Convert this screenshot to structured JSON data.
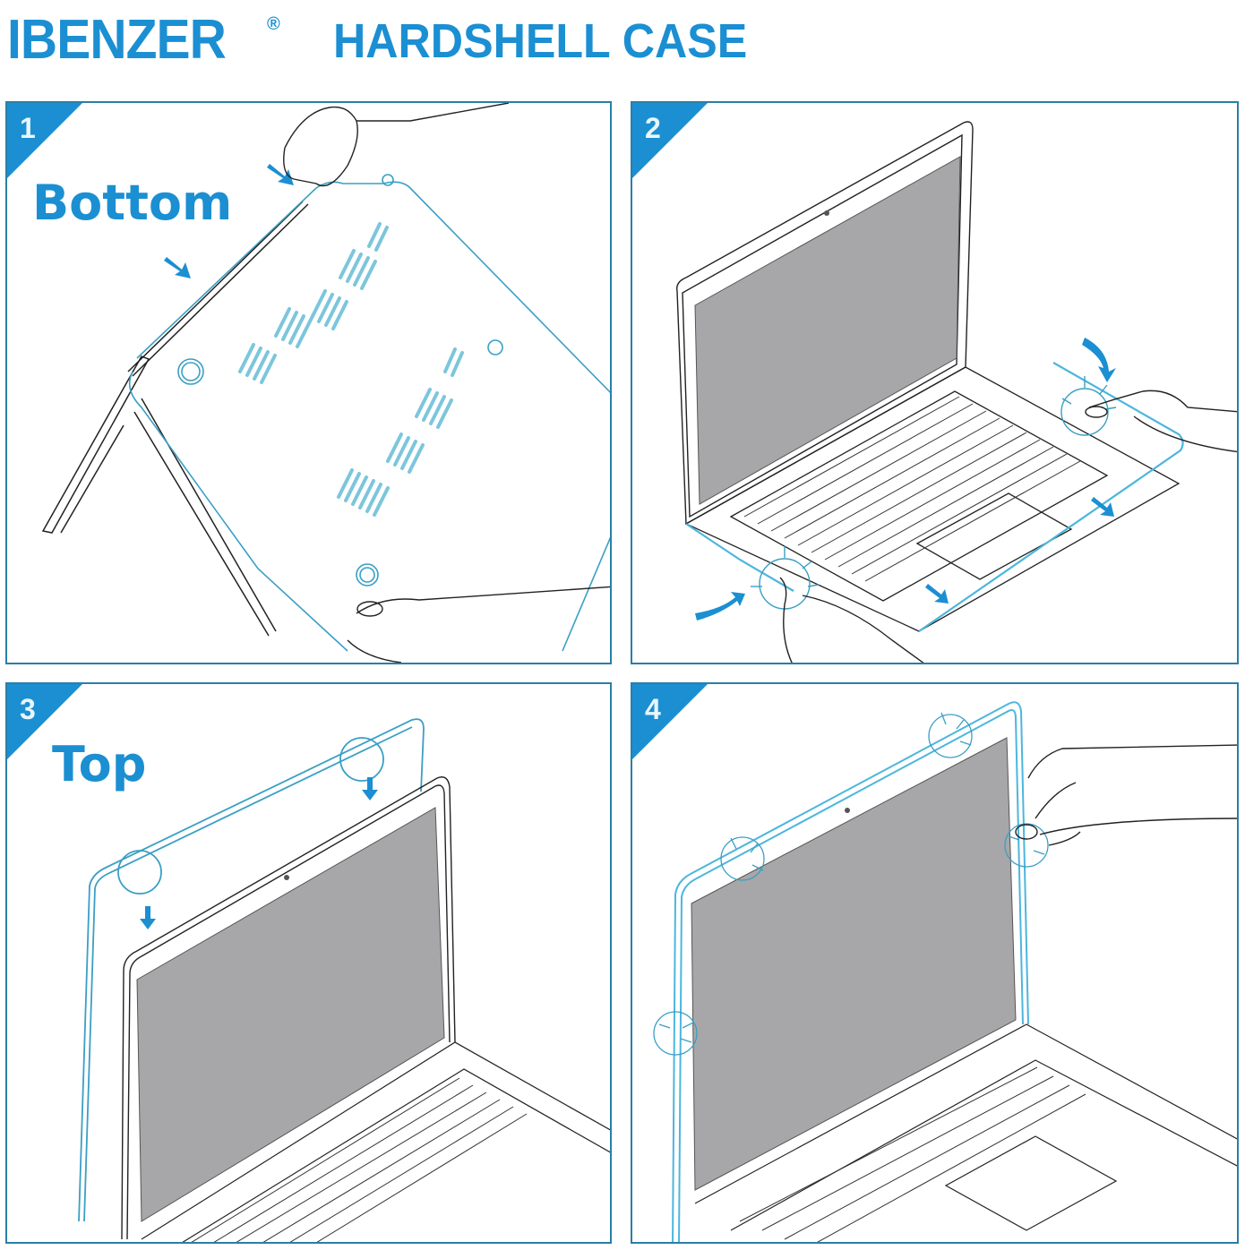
{
  "header": {
    "brand": "IBENZER",
    "registered_mark": "®",
    "title": "HARDSHELL CASE"
  },
  "colors": {
    "brand_blue": "#1b8fd2",
    "panel_border": "#2a7fa6",
    "screen_gray": "#a7a7a9",
    "case_cyan": "#5bbfe0",
    "line_black": "#222222"
  },
  "steps": [
    {
      "number": "1",
      "label": "Bottom",
      "illustration": "attach-bottom-case"
    },
    {
      "number": "2",
      "label": "",
      "illustration": "press-bottom-case-clips"
    },
    {
      "number": "3",
      "label": "Top",
      "illustration": "align-top-case"
    },
    {
      "number": "4",
      "label": "",
      "illustration": "press-top-case-clips"
    }
  ]
}
